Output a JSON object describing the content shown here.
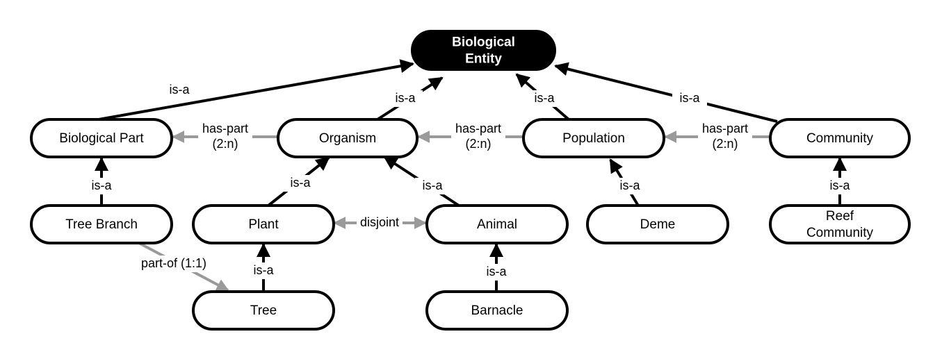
{
  "colors": {
    "is_a": "#000000",
    "relation": "#9a9a9a",
    "root_fill": "#000000",
    "node_fill": "#ffffff"
  },
  "nodes": {
    "biological_entity": {
      "lines": [
        "Biological",
        "Entity"
      ]
    },
    "biological_part": {
      "lines": [
        "Biological Part"
      ]
    },
    "organism": {
      "lines": [
        "Organism"
      ]
    },
    "population": {
      "lines": [
        "Population"
      ]
    },
    "community": {
      "lines": [
        "Community"
      ]
    },
    "tree_branch": {
      "lines": [
        "Tree Branch"
      ]
    },
    "plant": {
      "lines": [
        "Plant"
      ]
    },
    "animal": {
      "lines": [
        "Animal"
      ]
    },
    "deme": {
      "lines": [
        "Deme"
      ]
    },
    "reef_community": {
      "lines": [
        "Reef",
        "Community"
      ]
    },
    "tree": {
      "lines": [
        "Tree"
      ]
    },
    "barnacle": {
      "lines": [
        "Barnacle"
      ]
    }
  },
  "edges": {
    "part_isa": {
      "lines": [
        "is-a"
      ]
    },
    "organism_isa": {
      "lines": [
        "is-a"
      ]
    },
    "population_isa": {
      "lines": [
        "is-a"
      ]
    },
    "community_isa": {
      "lines": [
        "is-a"
      ]
    },
    "organism_haspart": {
      "lines": [
        "has-part",
        "(2:n)"
      ]
    },
    "population_haspart": {
      "lines": [
        "has-part",
        "(2:n)"
      ]
    },
    "community_haspart": {
      "lines": [
        "has-part",
        "(2:n)"
      ]
    },
    "branch_isa": {
      "lines": [
        "is-a"
      ]
    },
    "plant_isa": {
      "lines": [
        "is-a"
      ]
    },
    "animal_isa": {
      "lines": [
        "is-a"
      ]
    },
    "deme_isa": {
      "lines": [
        "is-a"
      ]
    },
    "reef_isa": {
      "lines": [
        "is-a"
      ]
    },
    "plant_animal_disjoint": {
      "lines": [
        "disjoint"
      ]
    },
    "tree_isa": {
      "lines": [
        "is-a"
      ]
    },
    "barnacle_isa": {
      "lines": [
        "is-a"
      ]
    },
    "branch_partof": {
      "lines": [
        "part-of (1:1)"
      ]
    }
  }
}
